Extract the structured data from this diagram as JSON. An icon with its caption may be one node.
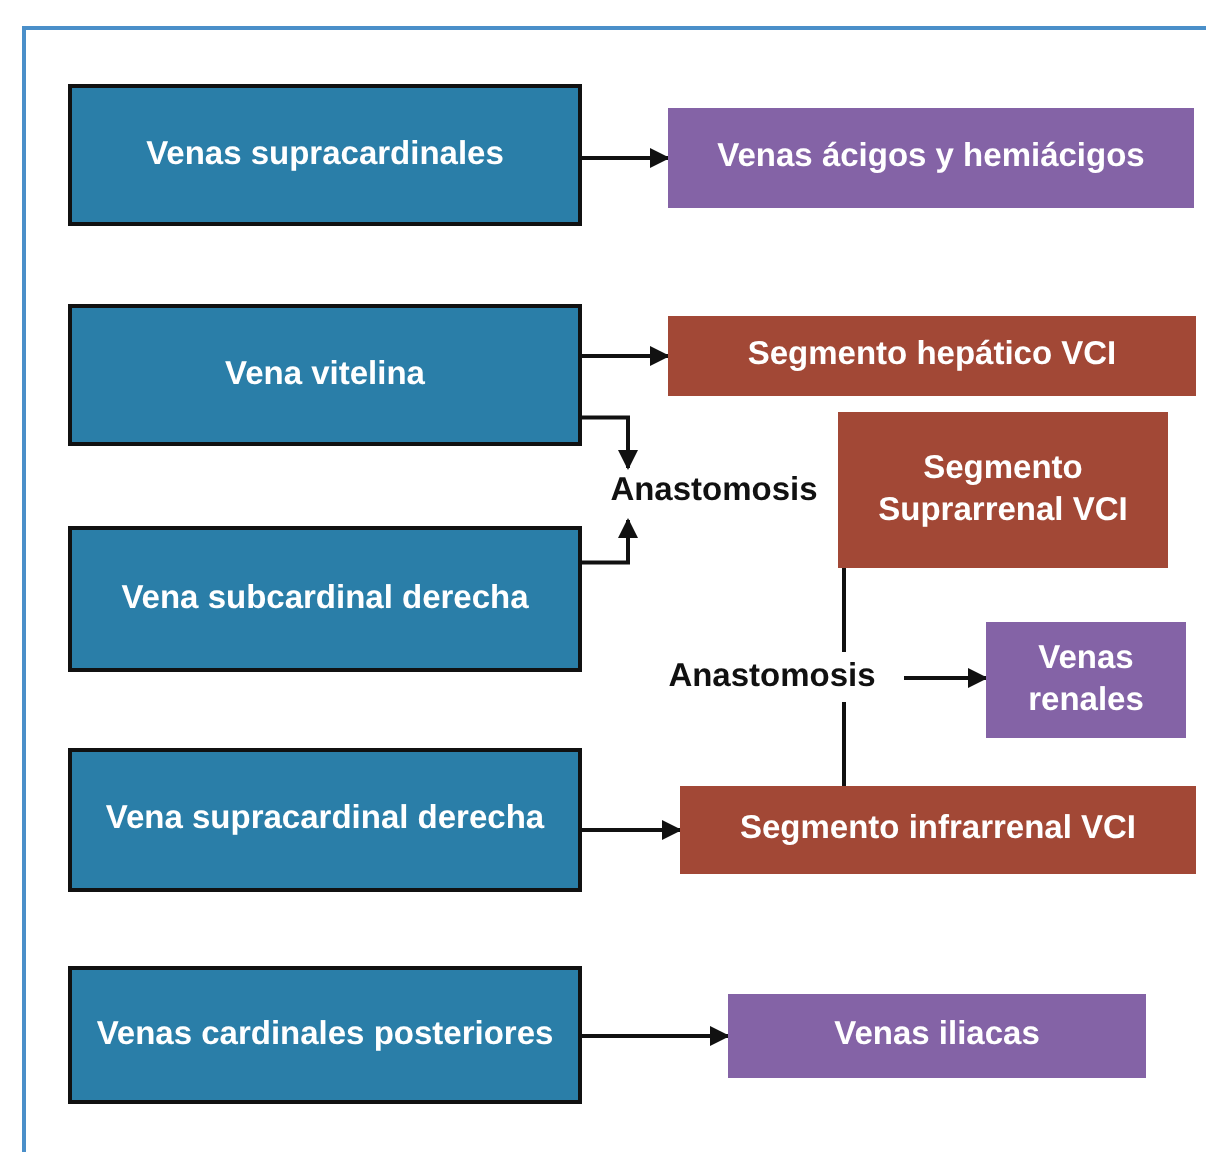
{
  "diagram": {
    "nodes": [
      {
        "text": [
          "Venas supracardinales"
        ]
      },
      {
        "text": [
          "Venas ácigos y hemiácigos"
        ]
      },
      {
        "text": [
          "Vena vitelina"
        ]
      },
      {
        "text": [
          "Segmento hepático VCI"
        ]
      },
      {
        "text": [
          "Anastomosis"
        ]
      },
      {
        "text": [
          "Segmento Suprarrenal VCI"
        ]
      },
      {
        "text": [
          "Vena subcardinal derecha"
        ]
      },
      {
        "text": [
          "Anastomosis"
        ]
      },
      {
        "text": [
          "Venas renales"
        ]
      },
      {
        "text": [
          "Vena supracardinal derecha"
        ]
      },
      {
        "text": [
          "Segmento infrarrenal VCI"
        ]
      },
      {
        "text": [
          "Venas cardinales posteriores"
        ]
      },
      {
        "text": [
          "Venas iliacas"
        ]
      }
    ],
    "edges": [
      {
        "from": 0,
        "to": 1,
        "arrow": "to"
      },
      {
        "from": 2,
        "to": 3,
        "arrow": "to"
      },
      {
        "from": 2,
        "to": 4,
        "arrow": "to"
      },
      {
        "from": 6,
        "to": 4,
        "arrow": "to"
      },
      {
        "from": 5,
        "to": 7,
        "arrow": "none"
      },
      {
        "from": 7,
        "to": 10,
        "arrow": "none"
      },
      {
        "from": 7,
        "to": 8,
        "arrow": "to"
      },
      {
        "from": 9,
        "to": 10,
        "arrow": "to"
      },
      {
        "from": 11,
        "to": 12,
        "arrow": "to"
      }
    ]
  }
}
